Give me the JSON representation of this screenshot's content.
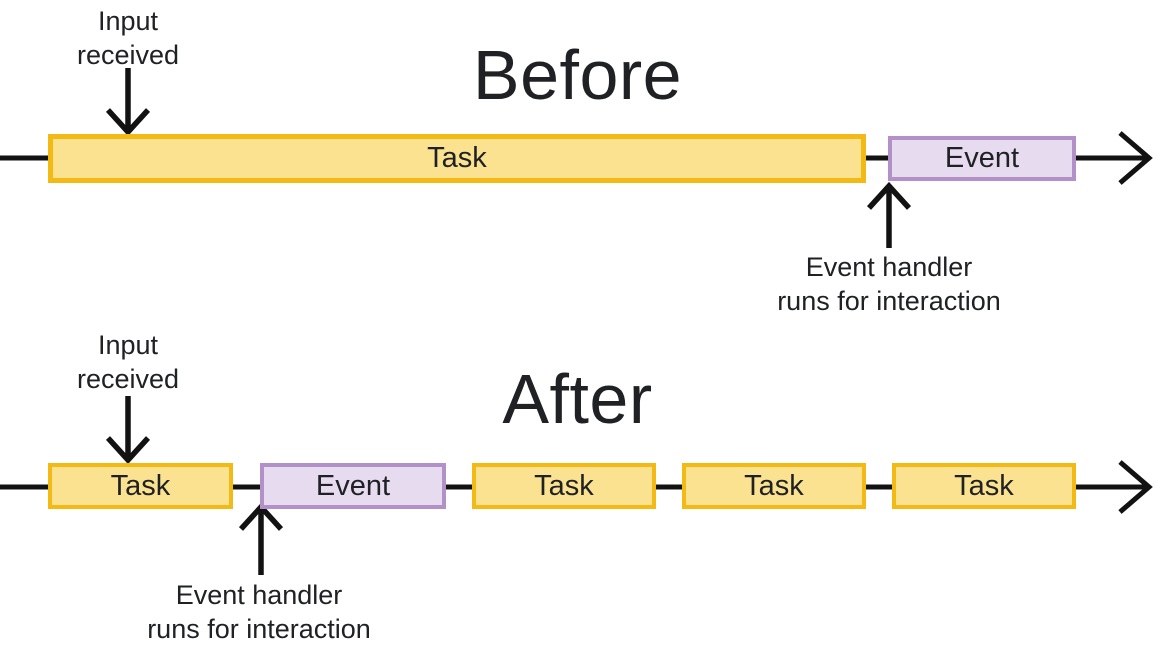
{
  "colors": {
    "task_fill": "#FBE290",
    "task_border": "#F3BA16",
    "event_fill": "#E7DCEF",
    "event_border": "#B390C8",
    "line": "#121212",
    "text": "#202124"
  },
  "before": {
    "title": "Before",
    "input_label": {
      "line1": "Input",
      "line2": "received"
    },
    "handler_label": {
      "line1": "Event handler",
      "line2": "runs for interaction"
    },
    "segments": [
      {
        "type": "task",
        "label": "Task"
      },
      {
        "type": "event",
        "label": "Event"
      }
    ]
  },
  "after": {
    "title": "After",
    "input_label": {
      "line1": "Input",
      "line2": "received"
    },
    "handler_label": {
      "line1": "Event handler",
      "line2": "runs for interaction"
    },
    "segments": [
      {
        "type": "task",
        "label": "Task"
      },
      {
        "type": "event",
        "label": "Event"
      },
      {
        "type": "task",
        "label": "Task"
      },
      {
        "type": "task",
        "label": "Task"
      },
      {
        "type": "task",
        "label": "Task"
      }
    ]
  }
}
